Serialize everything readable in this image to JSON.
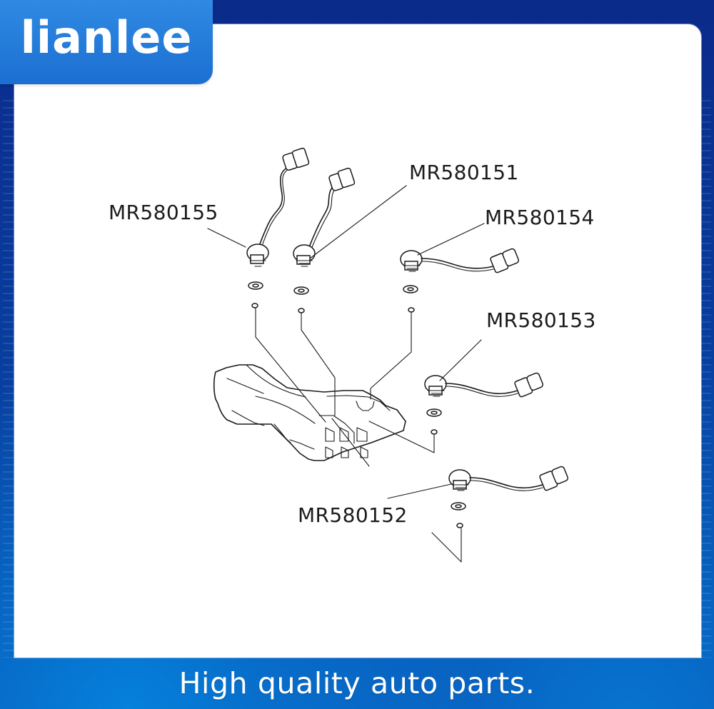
{
  "brand": {
    "name": "lianlee"
  },
  "diagram": {
    "labels": [
      "MR580155",
      "MR580151",
      "MR580154",
      "MR580153",
      "MR580152"
    ]
  },
  "footer": {
    "tagline": "High quality auto parts."
  },
  "colors": {
    "background_blue": "#0b2a8a",
    "brand_blue": "#1c6fd1",
    "panel_white": "#ffffff",
    "line_black": "#1a1a1a"
  }
}
